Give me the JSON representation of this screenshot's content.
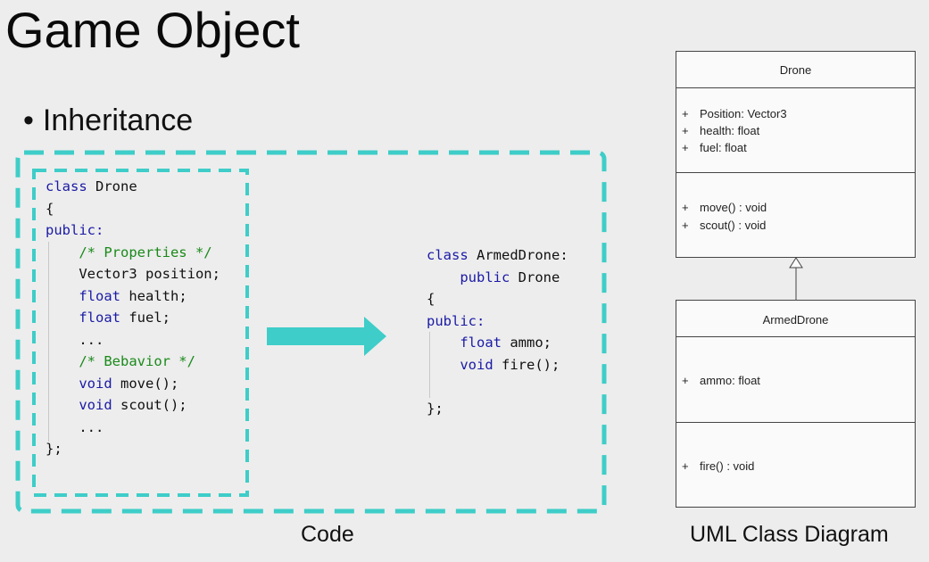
{
  "slide": {
    "title": "Game Object",
    "bullet": "Inheritance"
  },
  "code_left": [
    [
      {
        "t": "class",
        "c": "kw"
      },
      {
        "t": " Drone"
      }
    ],
    [
      {
        "t": "{"
      }
    ],
    [
      {
        "t": "public:",
        "c": "kw"
      }
    ],
    [
      {
        "t": "    "
      },
      {
        "t": "/* Properties */",
        "c": "cm"
      }
    ],
    [
      {
        "t": "    Vector3 position;"
      }
    ],
    [
      {
        "t": "    "
      },
      {
        "t": "float",
        "c": "kw"
      },
      {
        "t": " health;"
      }
    ],
    [
      {
        "t": "    "
      },
      {
        "t": "float",
        "c": "kw"
      },
      {
        "t": " fuel;"
      }
    ],
    [
      {
        "t": "    ..."
      }
    ],
    [
      {
        "t": "    "
      },
      {
        "t": "/* Bebavior */",
        "c": "cm"
      }
    ],
    [
      {
        "t": "    "
      },
      {
        "t": "void",
        "c": "kw"
      },
      {
        "t": " move();"
      }
    ],
    [
      {
        "t": "    "
      },
      {
        "t": "void",
        "c": "kw"
      },
      {
        "t": " scout();"
      }
    ],
    [
      {
        "t": "    ..."
      }
    ],
    [
      {
        "t": "};"
      }
    ]
  ],
  "code_right": [
    [
      {
        "t": "class",
        "c": "kw"
      },
      {
        "t": " ArmedDrone:"
      }
    ],
    [
      {
        "t": "    "
      },
      {
        "t": "public",
        "c": "kw"
      },
      {
        "t": " Drone"
      }
    ],
    [
      {
        "t": "{"
      }
    ],
    [
      {
        "t": "public:",
        "c": "kw"
      }
    ],
    [
      {
        "t": "    "
      },
      {
        "t": "float",
        "c": "kw"
      },
      {
        "t": " ammo;"
      }
    ],
    [
      {
        "t": "    "
      },
      {
        "t": "void",
        "c": "kw"
      },
      {
        "t": " fire();"
      }
    ],
    [
      {
        "t": ""
      }
    ],
    [
      {
        "t": "};"
      }
    ]
  ],
  "captions": {
    "code": "Code",
    "uml": "UML Class Diagram"
  },
  "uml": {
    "drone": {
      "name": "Drone",
      "attributes": [
        "Position: Vector3",
        "health: float",
        "fuel: float"
      ],
      "methods": [
        "move() : void",
        "scout() : void"
      ]
    },
    "armed_drone": {
      "name": "ArmedDrone",
      "attributes": [
        "ammo: float"
      ],
      "methods": [
        "fire() : void"
      ]
    },
    "visibility_symbol": "+"
  },
  "colors": {
    "accent": "#3ecdc8",
    "keyword": "#1a1aa6",
    "comment": "#1a8a1a",
    "background": "#ededed"
  }
}
